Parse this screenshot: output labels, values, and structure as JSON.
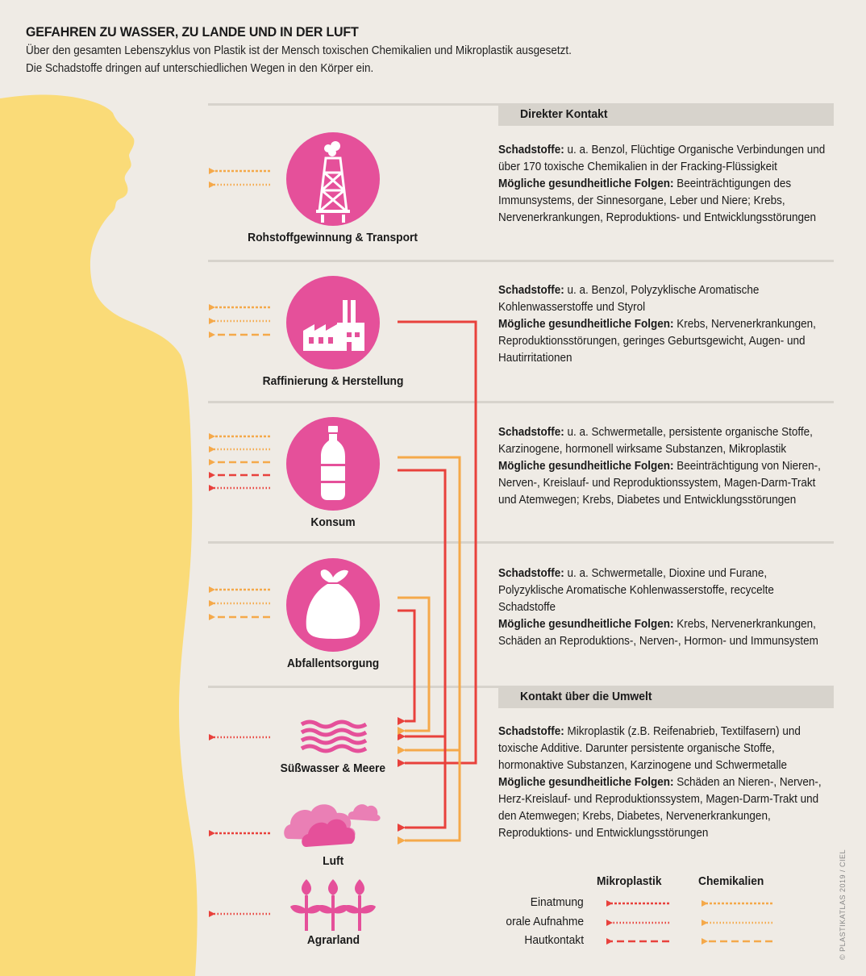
{
  "title": "GEFAHREN ZU WASSER, ZU LANDE UND IN DER LUFT",
  "subtitle_lines": [
    "Über den gesamten Lebenszyklus von Plastik ist der Mensch toxischen Chemikalien und Mikroplastik ausgesetzt.",
    "Die Schadstoffe dringen auf unterschiedlichen Wegen in den Körper ein."
  ],
  "sections": {
    "direct": "Direkter Kontakt",
    "environment": "Kontakt über die Umwelt"
  },
  "stages": [
    {
      "label": "Rohstoffgewinnung & Transport",
      "icon": "oil-rig-icon"
    },
    {
      "label": "Raffinierung & Herstellung",
      "icon": "factory-icon"
    },
    {
      "label": "Konsum",
      "icon": "bottle-icon"
    },
    {
      "label": "Abfallentsorgung",
      "icon": "trash-bag-icon"
    },
    {
      "label": "Süßwasser & Meere",
      "icon": "waves-icon"
    },
    {
      "label": "Luft",
      "icon": "clouds-icon"
    },
    {
      "label": "Agrarland",
      "icon": "plants-icon"
    }
  ],
  "info": [
    {
      "substances_label": "Schadstoffe:",
      "substances": "u. a. Benzol, Flüchtige Organische Verbindungen und über 170 toxische Chemikalien in der Fracking-Flüssigkeit",
      "effects_label": "Mögliche gesundheitliche Folgen:",
      "effects": "Beeinträchtigungen des Immunsystems, der Sinnesorgane, Leber und Niere; Krebs, Nervenerkrankungen, Reproduktions- und Entwicklungsstörungen"
    },
    {
      "substances_label": "Schadstoffe:",
      "substances": "u. a. Benzol, Polyzyklische Aromatische Kohlenwasserstoffe und Styrol",
      "effects_label": "Mögliche gesundheitliche Folgen:",
      "effects": "Krebs, Nervenerkrankungen, Reproduktionsstörungen, geringes Geburtsgewicht, Augen- und Hautirritationen"
    },
    {
      "substances_label": "Schadstoffe:",
      "substances": "u. a. Schwermetalle, persistente organische Stoffe, Karzinogene, hormonell wirksame Substanzen, Mikroplastik",
      "effects_label": "Mögliche gesundheitliche Folgen:",
      "effects": "Beeinträchtigung von Nieren-, Nerven-, Kreislauf- und Reproduktionssystem, Magen-Darm-Trakt und Atemwegen; Krebs, Diabetes und Entwicklungsstörungen"
    },
    {
      "substances_label": "Schadstoffe:",
      "substances": "u. a. Schwermetalle, Dioxine und Furane, Polyzyklische Aromatische Kohlenwasserstoffe, recycelte Schadstoffe",
      "effects_label": "Mögliche gesundheitliche Folgen:",
      "effects": "Krebs, Nervenerkrankungen, Schäden an Reproduktions-, Nerven-, Hormon- und Immunsystem"
    },
    {
      "substances_label": "Schadstoffe:",
      "substances": "Mikroplastik (z.B. Reifenabrieb, Textilfasern) und toxische Additive. Darunter persistente organische Stoffe, hormonaktive Substanzen, Karzinogene und Schwermetalle",
      "effects_label": "Mögliche gesundheitliche Folgen:",
      "effects": "Schäden an Nieren-, Nerven-, Herz-Kreislauf- und Reproduktionssystem, Magen-Darm-Trakt und den Atemwegen; Krebs, Diabetes, Nervenerkrankungen, Reproduktions- und Entwicklungsstörungen"
    }
  ],
  "legend": {
    "col1": "Mikroplastik",
    "col2": "Chemikalien",
    "rows": [
      "Einatmung",
      "orale Aufnahme",
      "Hautkontakt"
    ]
  },
  "colors": {
    "pink": "#e5509a",
    "red": "#e8413c",
    "orange": "#f5a94a",
    "body": "#fadb78",
    "background": "#efebe5",
    "grey_bar": "#d7d3cc"
  },
  "copyright": "© PLASTIKATLAS 2019 / CIEL"
}
